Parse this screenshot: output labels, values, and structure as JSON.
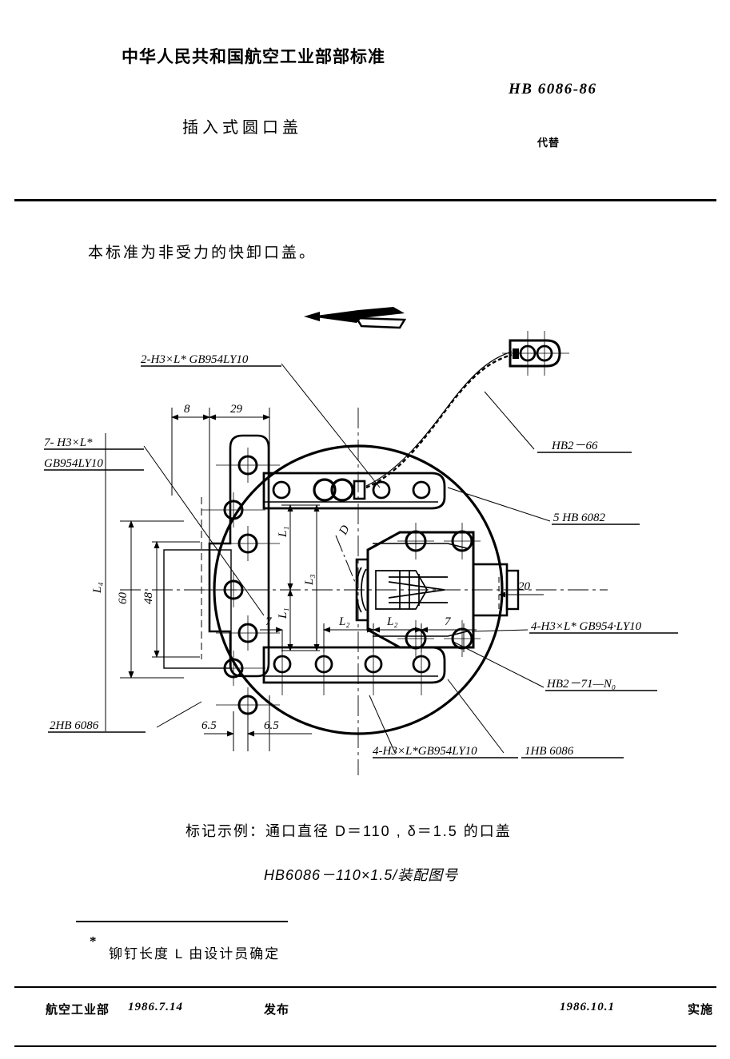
{
  "header": {
    "ministry_title": "中华人民共和国航空工业部部标准",
    "standard_no": "HB 6086-86",
    "doc_subtitle": "插入式圆口盖",
    "replaces_label": "代替"
  },
  "body": {
    "scope_text": "本标准为非受力的快卸口盖。",
    "marking_example": "标记示例：通口直径 D＝110 , δ＝1.5  的口盖",
    "marking_code": "HB6086－110×1.5/装配图号",
    "footnote_marker": "*",
    "footnote_text": "铆钉长度 L 由设计员确定"
  },
  "drawing": {
    "leaders": {
      "top_rivets": "2-H3×L* GB954LY10",
      "left_rivets_a": "7- H3×L*",
      "left_rivets_b": "GB954LY10",
      "chain_part": "HB2－66",
      "latch_part": "5 HB 6082",
      "latch_rivets": "4-H3×L* GB954·LY10",
      "pin_part": "HB2－71—N₀",
      "bottom_rivets": "4-H3×L*GB954LY10",
      "cover_part": "1HB 6086",
      "bracket_part": "2HB 6086"
    },
    "dimensions": {
      "d_top_a": "8",
      "d_top_b": "29",
      "d_left_outer": "L₄",
      "d_left_60": "60",
      "d_left_48": "48",
      "d_l1_upper": "L₁",
      "d_l1_lower": "L₁",
      "d_l3": "L₃",
      "d_diameter": "D",
      "d_bottom_7a": "7",
      "d_bottom_l2a": "L₂",
      "d_bottom_l2b": "L₂",
      "d_bottom_7b": "7",
      "d_right_20": "20",
      "d_bot_65a": "6.5",
      "d_bot_65b": "6.5"
    },
    "symbols": {
      "flight_direction": "arrow-symbol"
    }
  },
  "footer": {
    "organization": "航空工业部",
    "issue_date": "1986.7.14",
    "issue_label": "发布",
    "effective_date": "1986.10.1",
    "effective_label": "实施"
  }
}
